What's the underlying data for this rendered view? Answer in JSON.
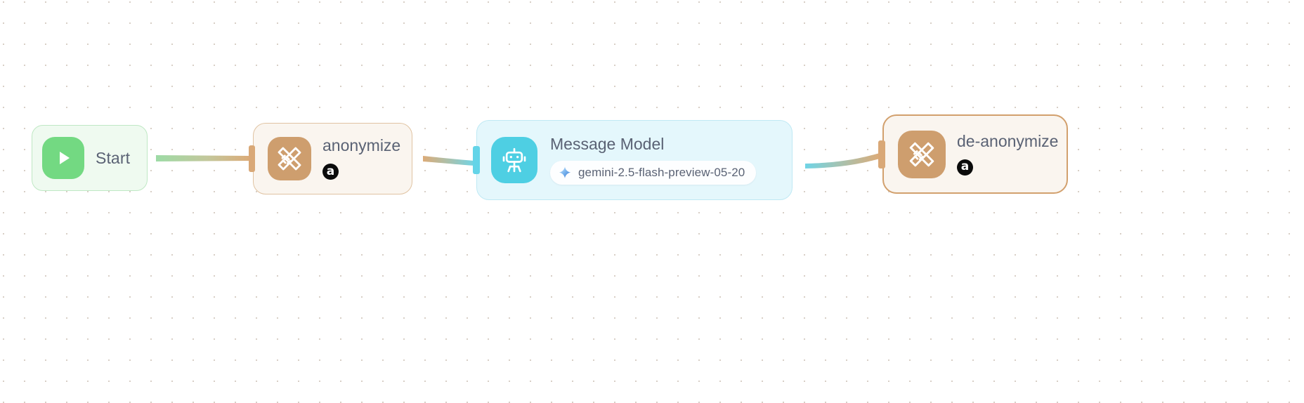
{
  "canvas": {
    "background_color": "#ffffff",
    "dot_grid_color": "#d8cfc6",
    "dot_spacing": 30
  },
  "nodes": [
    {
      "id": "start",
      "label": "Start",
      "icon": "play-icon",
      "icon_color": "#73d982",
      "body_color": "#effaf0",
      "border_color": "#bfe8c4"
    },
    {
      "id": "anonymize",
      "label": "anonymize",
      "icon": "pencil-ruler-icon",
      "icon_color": "#ce9e6e",
      "body_color": "#faf5ef",
      "border_color": "#e0c3a2",
      "badge": "a",
      "badge_color": "#0b0b0b"
    },
    {
      "id": "message-model",
      "label": "Message Model",
      "icon": "robot-icon",
      "icon_color": "#4ecfe3",
      "body_color": "#e4f7fc",
      "border_color": "#bfe9f4",
      "model": "gemini-2.5-flash-preview-05-20",
      "model_icon": "gemini-sparkle-icon"
    },
    {
      "id": "de-anonymize",
      "label": "de-anonymize",
      "icon": "pencil-ruler-icon",
      "icon_color": "#ce9e6e",
      "body_color": "#faf5ef",
      "border_color": "#d2a06d",
      "badge": "a",
      "badge_color": "#0b0b0b",
      "selected": true
    }
  ],
  "edges": [
    {
      "id": "start-anonymize",
      "from": "start",
      "to": "anonymize",
      "from_color": "#9ddba6",
      "to_color": "#dcab78"
    },
    {
      "id": "anonymize-message",
      "from": "anonymize",
      "to": "message-model",
      "from_color": "#dcab78",
      "to_color": "#6fd4e6"
    },
    {
      "id": "message-deanonymize",
      "from": "message-model",
      "to": "de-anonymize",
      "from_color": "#6fd4e6",
      "to_color": "#dcab78"
    }
  ]
}
